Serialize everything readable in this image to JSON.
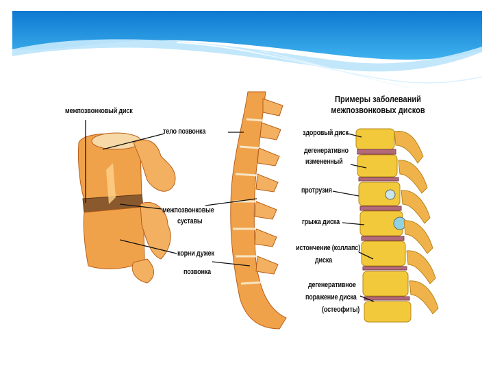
{
  "left_figure": {
    "labels": {
      "disc": "межпозвонковый диск",
      "body": "тело позвонка",
      "joints_1": "межпозвонковые",
      "joints_2": "суставы",
      "roots_1": "корни дужек",
      "roots_2": "позвонка"
    }
  },
  "right_figure": {
    "title_1": "Примеры заболеваний",
    "title_2": "межпозвонковых дисков",
    "labels": {
      "healthy": "здоровый диск",
      "degen_1": "дегенеративно",
      "degen_2": "измененный",
      "protrusion": "протрузия",
      "hernia": "грыжа диска",
      "thinning_1": "истончение (коллапс)",
      "thinning_2": "диска",
      "osteo_1": "дегенеративное",
      "osteo_2": "поражение диска",
      "osteo_3": "(остеофиты)"
    }
  },
  "colors": {
    "banner_top": "#0f7fd6",
    "banner_bottom": "#5fc4f2",
    "bone": "#f0a24a",
    "bone_light": "#ffd28a",
    "bone_dark": "#c46a1c",
    "disc": "#f3e2c0",
    "yellow_bone": "#f2c93a",
    "disc_pink": "#b26a7a"
  }
}
